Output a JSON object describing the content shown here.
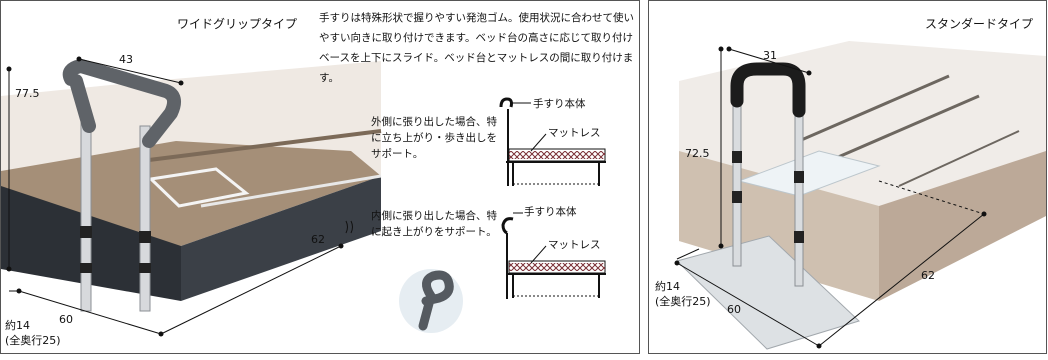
{
  "left_panel": {
    "title": "ワイドグリップタイプ",
    "description": "手すりは特殊形状で握りやすい発泡ゴム。使用状況に合わせて使いやすい向きに取り付けできます。ベッド台の高さに応じて取り付けベースを上下にスライド。ベッド台とマットレスの間に取り付けます。",
    "dims": {
      "height": "77.5",
      "width": "43",
      "depth": "62",
      "base_width": "60",
      "base_depth": "約14",
      "base_total": "(全奥行25)"
    },
    "outside": {
      "note": "外側に張り出した場合、特に立ち上がり・歩き出しをサポート。",
      "label_handrail": "手すり本体",
      "label_mattress": "マットレス"
    },
    "inside": {
      "note": "内側に張り出した場合、特に起き上がりをサポート。",
      "label_handrail": "手すり本体",
      "label_mattress": "マットレス"
    }
  },
  "right_panel": {
    "title": "スタンダードタイプ",
    "dims": {
      "height": "72.5",
      "width": "31",
      "depth": "62",
      "base_width": "60",
      "base_depth": "約14",
      "base_total": "(全奥行25)"
    }
  },
  "colors": {
    "bed_dark": "#2c3036",
    "mattress": "#a58f78",
    "grip_gray": "#5f6368",
    "grip_black": "#1c1c1c",
    "mattress_pattern": "#7a2f35"
  }
}
